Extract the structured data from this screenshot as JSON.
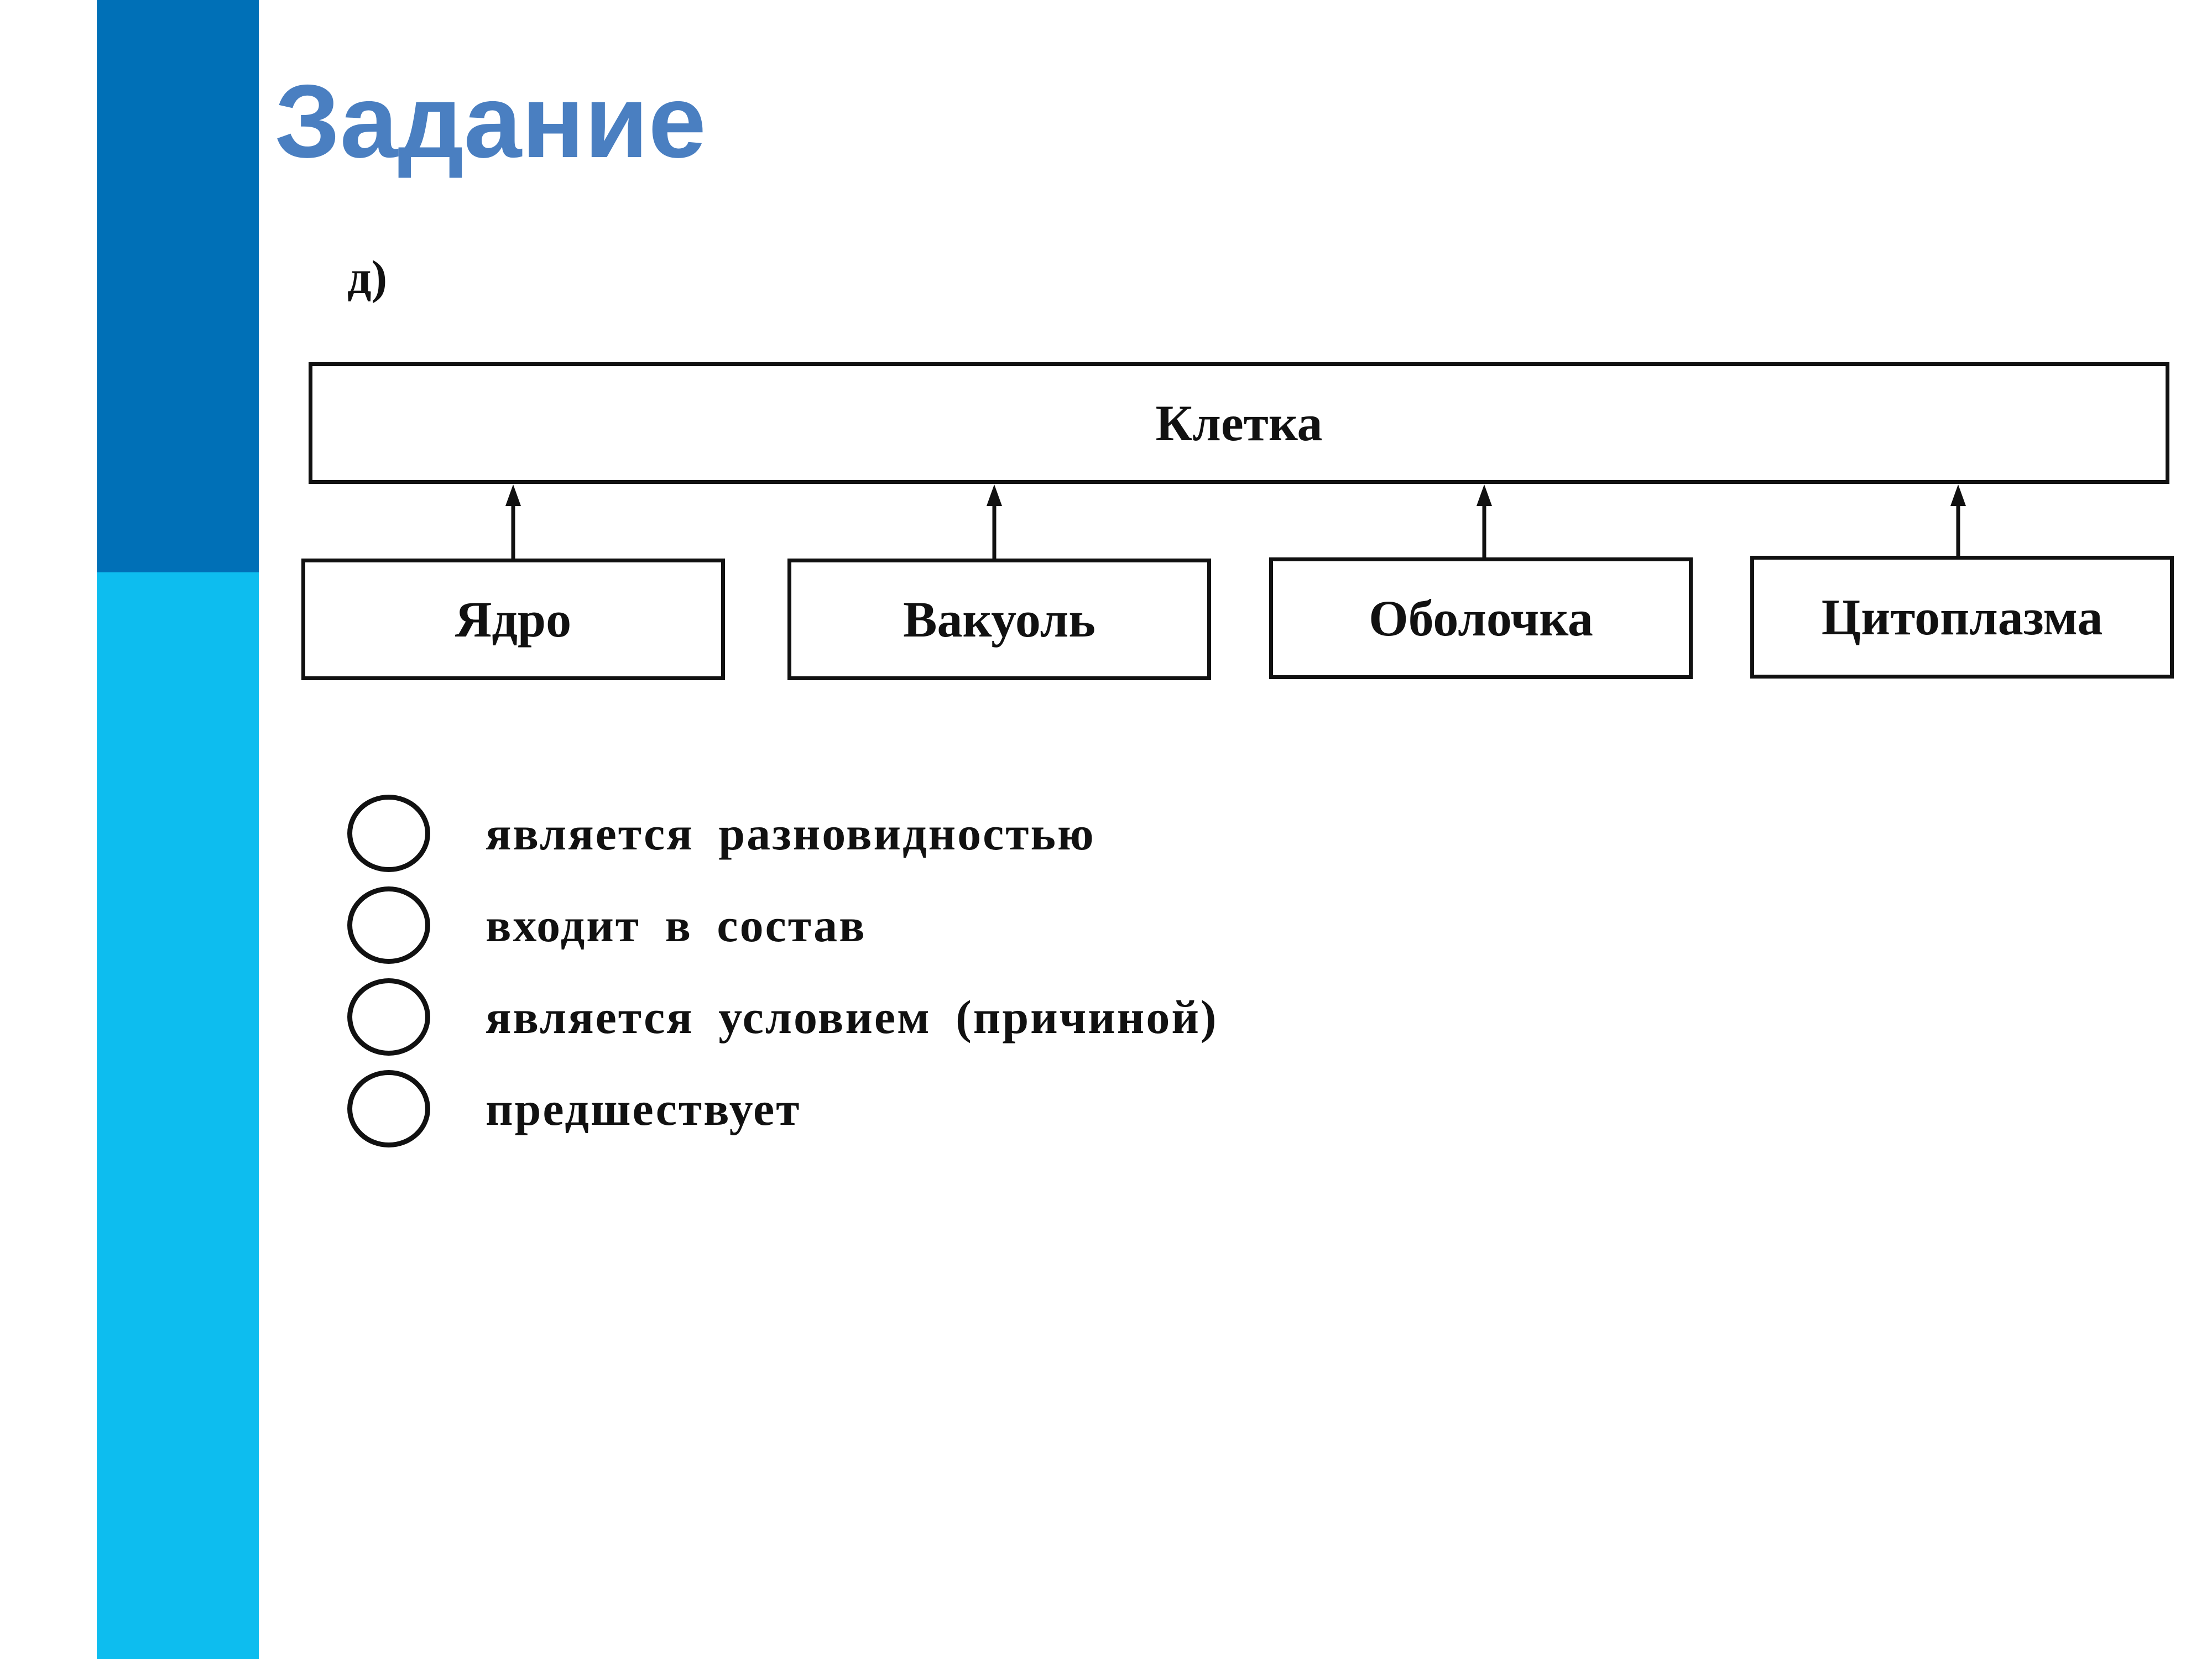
{
  "colors": {
    "bar_dark": "#0070b7",
    "bar_light": "#0dbdef",
    "title": "#4a7fc1"
  },
  "slide": {
    "title": "Задание",
    "variant_label": "д)"
  },
  "diagram": {
    "root": "Клетка",
    "children": [
      "Ядро",
      "Вакуоль",
      "Оболочка",
      "Цитоплазма"
    ]
  },
  "legend": [
    {
      "icon": "empty-circle",
      "text": "является разновидностью"
    },
    {
      "icon": "empty-circle",
      "text": "входит в состав"
    },
    {
      "icon": "empty-circle",
      "text": "является условием (причиной)"
    },
    {
      "icon": "empty-circle",
      "text": "предшествует"
    }
  ]
}
